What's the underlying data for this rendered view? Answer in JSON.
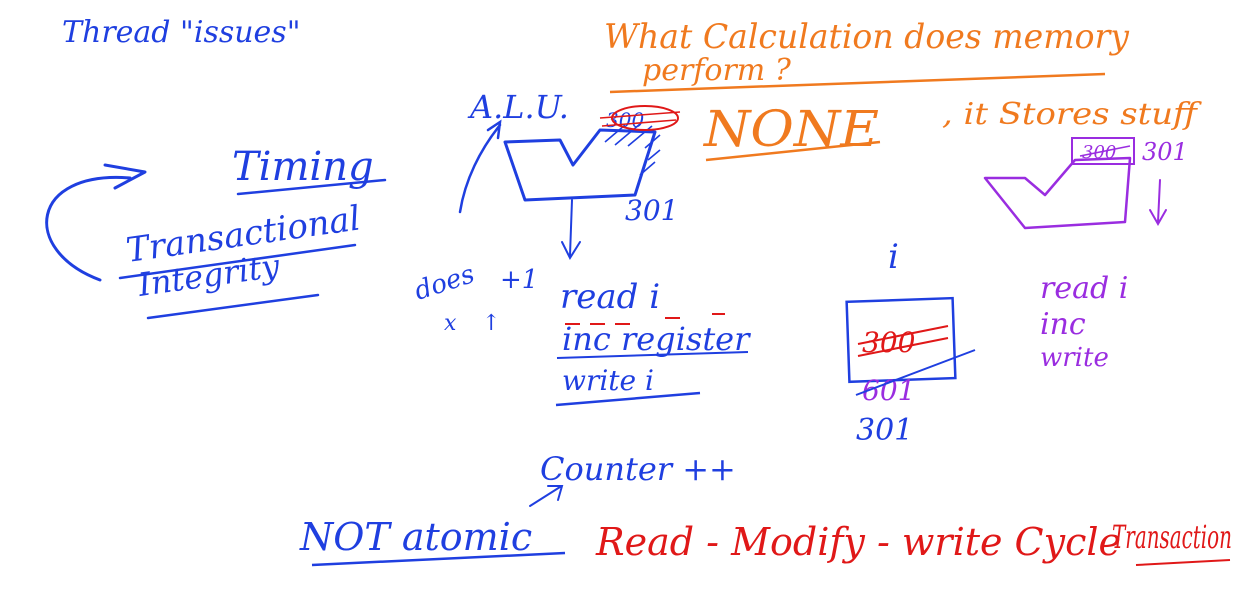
{
  "colors": {
    "blue": "#1f3fe0",
    "orange": "#f07a1f",
    "purple": "#9a2de0",
    "red": "#e01818",
    "background": "#ffffff"
  },
  "notes": {
    "title": "Thread \"issues\"",
    "timing": "Timing",
    "transactional": "Transactional",
    "integrity": "Integrity",
    "alu": "A.L.U.",
    "alu_in_old": "300",
    "alu_out": "301",
    "does": "does",
    "plus_one": "+1",
    "read_i": "read i",
    "inc_register": "inc register",
    "write_i": "write i",
    "i_label": "i",
    "mem_old": "300",
    "mem_mid": "601",
    "mem_new": "301",
    "counter": "Counter ++",
    "not_atomic": "NOT atomic",
    "rmw": "Read - Modify - write Cycle",
    "transaction": "Transaction",
    "question_line1": "What Calculation does memory",
    "question_line2": "perform ?",
    "none": "NONE",
    "stores": ", it Stores stuff",
    "mem_box_old": "300",
    "mem_box_new": "301",
    "p_read": "read i",
    "p_inc": "inc",
    "p_write": "write"
  }
}
